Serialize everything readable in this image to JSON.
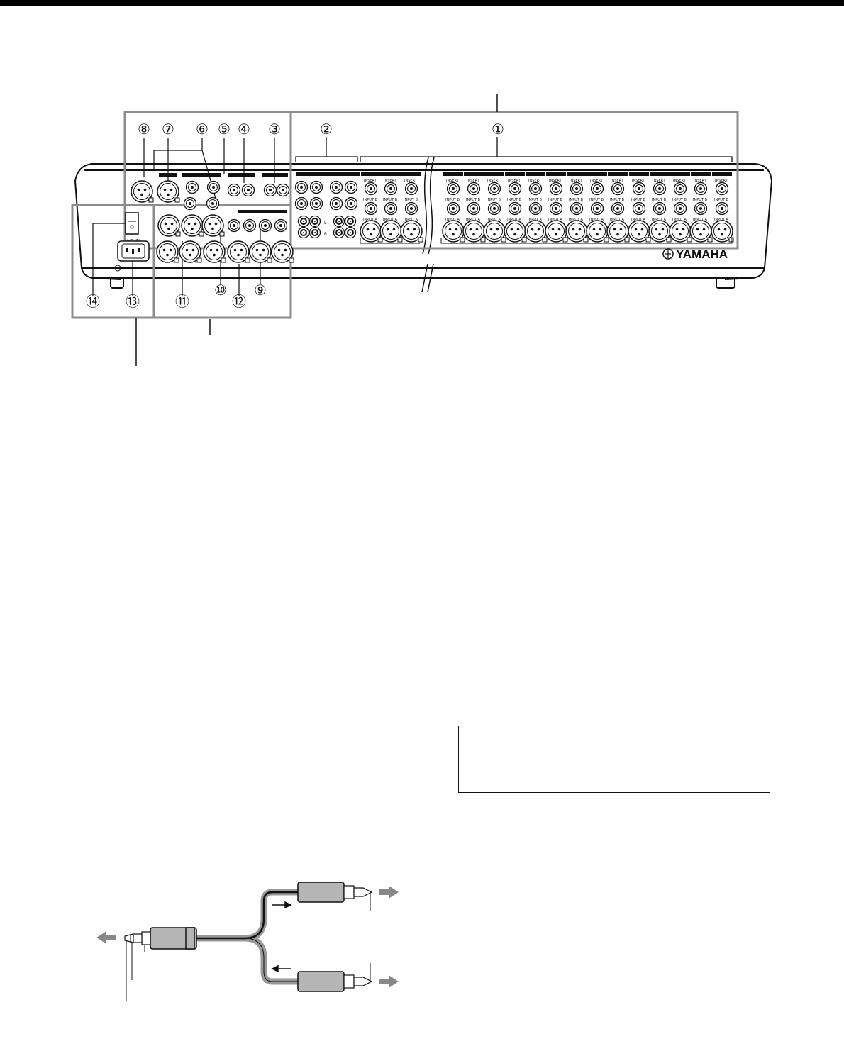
{
  "diagram": {
    "callouts_top": [
      "⑧",
      "⑦",
      "⑥",
      "⑤",
      "④",
      "③",
      "②",
      "①"
    ],
    "callouts_bottom": [
      "⑭",
      "⑬",
      "⑪",
      "⑩",
      "⑫",
      "⑨"
    ],
    "brand": "YAMAHA",
    "ac_in_label": "AC IN",
    "channel_labels": {
      "insert": "INSERT",
      "input_b": "INPUT B",
      "input_a": "INPUT A"
    }
  },
  "colors": {
    "frame": "#8c8c8c",
    "line": "#111111",
    "cable_outer": "#999999",
    "arrow": "#888888",
    "plug_body": "#b5b5b5"
  },
  "icons": [
    "xlr-connector-icon",
    "phone-jack-icon",
    "rca-jack-icon",
    "power-switch-icon",
    "ac-inlet-icon",
    "insert-cable-icon",
    "arrow-icon"
  ]
}
